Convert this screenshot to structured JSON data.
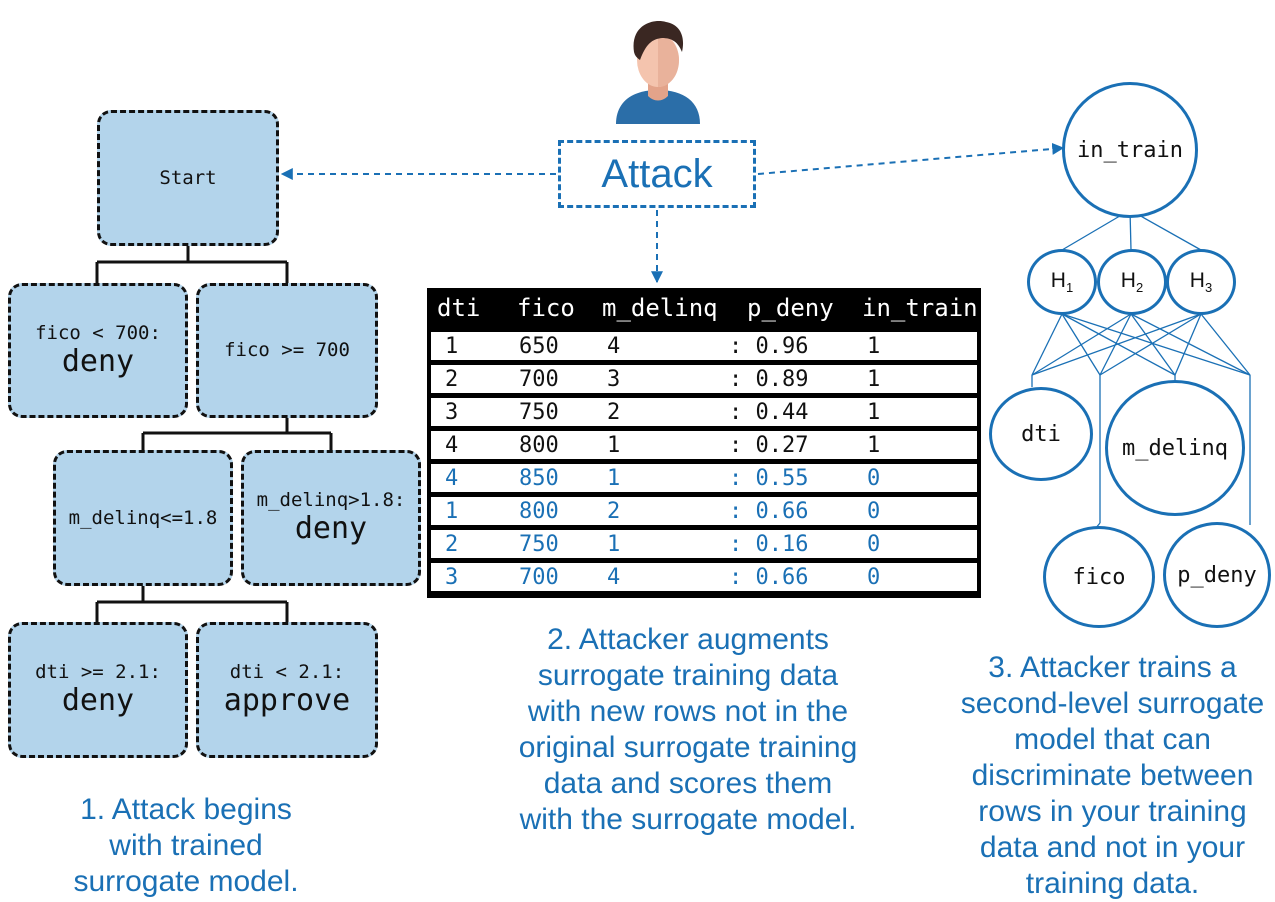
{
  "colors": {
    "accent": "#1a70b5",
    "node_fill": "#b3d4eb",
    "ink": "#111111"
  },
  "icons": {
    "attacker": "person-avatar-icon"
  },
  "attack_label": "Attack",
  "tree": {
    "start": "Start",
    "fico_lt": {
      "condition": "fico < 700:",
      "decision": "deny"
    },
    "fico_ge": {
      "condition": "fico >= 700"
    },
    "mdelinq_le": {
      "condition": "m_delinq<=1.8"
    },
    "mdelinq_gt": {
      "condition": "m_delinq>1.8:",
      "decision": "deny"
    },
    "dti_ge": {
      "condition": "dti >= 2.1:",
      "decision": "deny"
    },
    "dti_lt": {
      "condition": "dti < 2.1:",
      "decision": "approve"
    }
  },
  "table": {
    "headers": [
      "dti",
      "fico",
      "m_delinq",
      "p_deny",
      "in_train"
    ],
    "rows": [
      {
        "dti": "1",
        "fico": "650",
        "m_delinq": "4",
        "p_deny": ": 0.96",
        "in_train": "1",
        "new": false
      },
      {
        "dti": "2",
        "fico": "700",
        "m_delinq": "3",
        "p_deny": ": 0.89",
        "in_train": "1",
        "new": false
      },
      {
        "dti": "3",
        "fico": "750",
        "m_delinq": "2",
        "p_deny": ": 0.44",
        "in_train": "1",
        "new": false
      },
      {
        "dti": "4",
        "fico": "800",
        "m_delinq": "1",
        "p_deny": ": 0.27",
        "in_train": "1",
        "new": false
      },
      {
        "dti": "4",
        "fico": "850",
        "m_delinq": "1",
        "p_deny": ": 0.55",
        "in_train": "0",
        "new": true
      },
      {
        "dti": "1",
        "fico": "800",
        "m_delinq": "2",
        "p_deny": ": 0.66",
        "in_train": "0",
        "new": true
      },
      {
        "dti": "2",
        "fico": "750",
        "m_delinq": "1",
        "p_deny": ": 0.16",
        "in_train": "0",
        "new": true
      },
      {
        "dti": "3",
        "fico": "700",
        "m_delinq": "4",
        "p_deny": ": 0.66",
        "in_train": "0",
        "new": true
      }
    ]
  },
  "network": {
    "output": "in_train",
    "hidden": [
      {
        "base": "H",
        "sub": "1"
      },
      {
        "base": "H",
        "sub": "2"
      },
      {
        "base": "H",
        "sub": "3"
      }
    ],
    "inputs": {
      "dti": "dti",
      "m_delinq": "m_delinq",
      "fico": "fico",
      "p_deny": "p_deny"
    }
  },
  "captions": {
    "step1": [
      "1. Attack begins",
      "with trained",
      "surrogate model."
    ],
    "step2": [
      "2. Attacker augments",
      "surrogate training data",
      "with new rows not in the",
      "original surrogate training",
      "data and scores them",
      "with the surrogate model."
    ],
    "step3": [
      "3. Attacker trains a",
      "second-level surrogate",
      "model that can",
      "discriminate between",
      "rows in your training",
      "data and not in your",
      "training data."
    ]
  }
}
